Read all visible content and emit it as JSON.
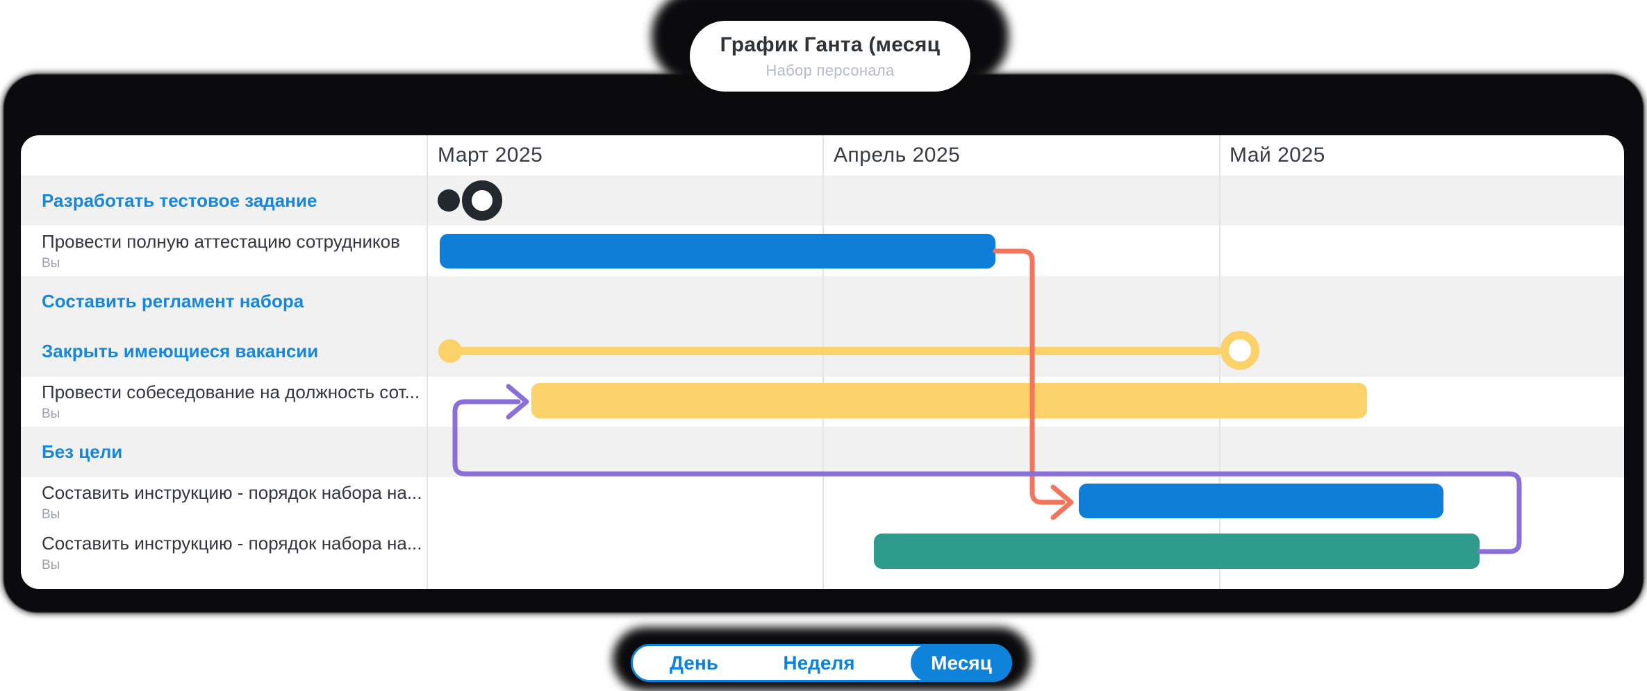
{
  "title_bubble": {
    "title": "График Ганта (месяц",
    "subtitle": "Набор персонала"
  },
  "timeline": {
    "months": [
      "Март 2025",
      "Апрель 2025",
      "Май 2025"
    ]
  },
  "rows": [
    {
      "type": "goal",
      "label": "Разработать тестовое задание"
    },
    {
      "type": "task",
      "label": "Провести полную аттестацию сотрудников",
      "assignee": "Вы"
    },
    {
      "type": "goal",
      "label": "Составить регламент набора"
    },
    {
      "type": "goal",
      "label": "Закрыть имеющиеся вакансии"
    },
    {
      "type": "task",
      "label": "Провести собеседование на должность сот...",
      "assignee": "Вы"
    },
    {
      "type": "goal",
      "label": "Без цели"
    },
    {
      "type": "task",
      "label": "Составить инструкцию - порядок набора на...",
      "assignee": "Вы"
    },
    {
      "type": "task",
      "label": "Составить инструкцию - порядок набора на...",
      "assignee": "Вы"
    }
  ],
  "view_toggle": {
    "options": [
      "День",
      "Неделя",
      "Месяц"
    ],
    "selected": "Месяц"
  },
  "colors": {
    "accent_blue": "#0f82d9",
    "bar_blue": "#0d7fd9",
    "bar_yellow": "#fbd169",
    "bar_teal": "#2f9b8d",
    "milestone_dark": "#23272e",
    "connector_orange": "#f3755b",
    "connector_purple": "#8a6fd8",
    "goal_text_blue": "#1886d9",
    "row_gray": "#f0f1f0",
    "gridline": "#e1e6e5"
  },
  "chart_data": {
    "type": "bar",
    "subtype": "gantt",
    "title": "График Ганта (месяц",
    "subtitle": "Набор персонала",
    "x_axis": {
      "unit": "month",
      "ticks": [
        "Март 2025",
        "Апрель 2025",
        "Май 2025"
      ],
      "range": [
        "2025-03-01",
        "2025-06-01"
      ]
    },
    "grid": true,
    "tasks": [
      {
        "row": 1,
        "label": "Разработать тестовое задание",
        "kind": "milestone-pair",
        "start": "2025-03-01",
        "end": "2025-03-06",
        "color": "#23272e"
      },
      {
        "row": 2,
        "label": "Провести полную аттестацию сотрудников",
        "assignee": "Вы",
        "kind": "bar",
        "start": "2025-03-01",
        "end": "2025-04-13",
        "color": "#0d7fd9"
      },
      {
        "row": 3,
        "label": "Составить регламент набора",
        "kind": "none"
      },
      {
        "row": 4,
        "label": "Закрыть имеющиеся вакансии",
        "kind": "milestone-span",
        "start": "2025-03-02",
        "end": "2025-05-02",
        "color": "#fbd169"
      },
      {
        "row": 5,
        "label": "Провести собеседование на должность сот...",
        "assignee": "Вы",
        "kind": "bar",
        "start": "2025-03-09",
        "end": "2025-05-11",
        "color": "#fbd169"
      },
      {
        "row": 6,
        "label": "Без цели",
        "kind": "none"
      },
      {
        "row": 7,
        "label": "Составить инструкцию - порядок набора на...",
        "assignee": "Вы",
        "kind": "bar",
        "start": "2025-04-20",
        "end": "2025-05-18",
        "color": "#0d7fd9"
      },
      {
        "row": 8,
        "label": "Составить инструкцию - порядок набора на...",
        "assignee": "Вы",
        "kind": "bar",
        "start": "2025-04-04",
        "end": "2025-05-20",
        "color": "#2f9b8d"
      }
    ],
    "dependencies": [
      {
        "from_row": 2,
        "to_row": 7,
        "color": "#f3755b"
      },
      {
        "from_row": 8,
        "to_row": 5,
        "color": "#8a6fd8"
      }
    ]
  }
}
